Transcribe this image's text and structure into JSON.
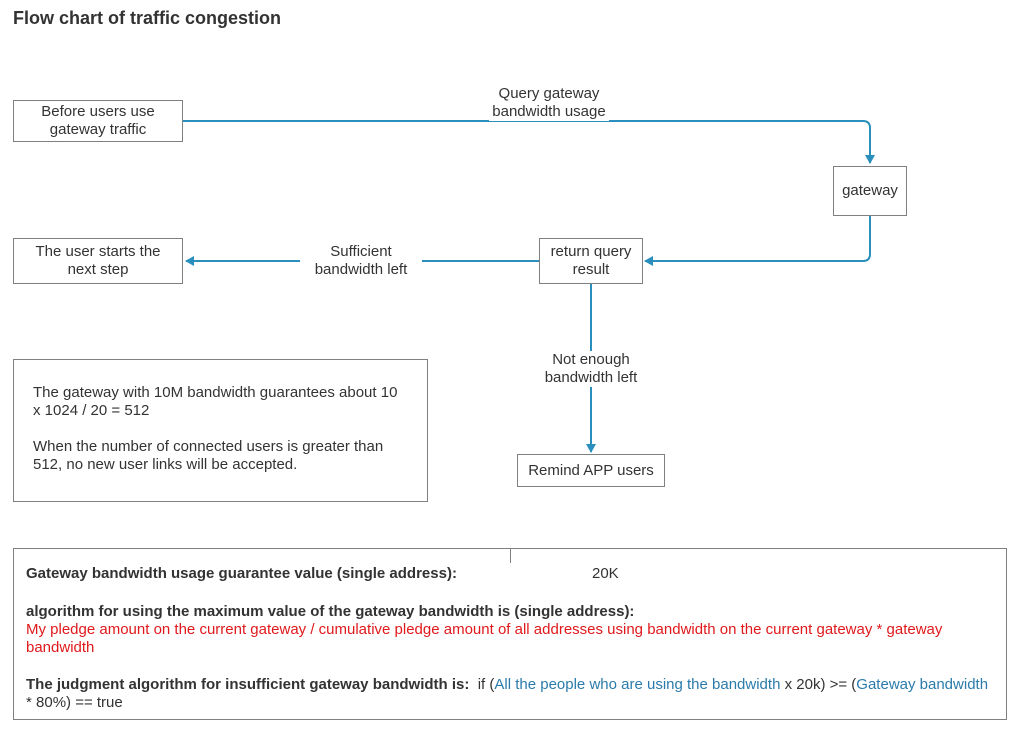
{
  "title": "Flow chart of traffic congestion",
  "colors": {
    "connector": "#2a8fbd",
    "emphasis_red": "#e0191c",
    "emphasis_blue": "#2a7bab",
    "border": "#808080"
  },
  "nodes": {
    "before_users": "Before users use gateway traffic",
    "gateway": "gateway",
    "return_query": "return query result",
    "user_next_step": "The user starts the next step",
    "remind_app": "Remind APP users"
  },
  "edge_labels": {
    "query": "Query gateway bandwidth usage",
    "sufficient": "Sufficient bandwidth left",
    "not_enough": "Not enough bandwidth left"
  },
  "note": {
    "line1": "The gateway with 10M bandwidth guarantees about 10 x 1024 / 20 = 512",
    "line2": "When the number of connected users is greater than 512, no new user links will be accepted."
  },
  "panel": {
    "guarantee_label": "Gateway bandwidth usage guarantee value (single address):",
    "guarantee_value": "20K",
    "max_label": "algorithm for using the maximum value of the gateway bandwidth is (single address):",
    "max_formula": "My pledge amount on the current gateway / cumulative pledge amount of all addresses using bandwidth on the current gateway * gateway bandwidth",
    "judgment_label": "The judgment algorithm for insufficient gateway bandwidth is:",
    "judgment_if": "if (",
    "judgment_people": "All the people who are using the bandwidth",
    "judgment_mid": " x 20k) >= (",
    "judgment_gateway_bw": "Gateway bandwidth",
    "judgment_end": " * 80%) == true"
  }
}
